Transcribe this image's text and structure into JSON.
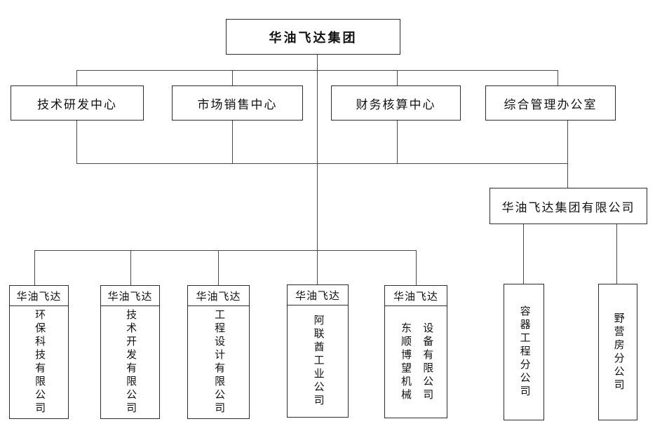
{
  "org": {
    "root": {
      "label": "华油飞达集团"
    },
    "departments": [
      {
        "label": "技术研发中心"
      },
      {
        "label": "市场销售中心"
      },
      {
        "label": "财务核算中心"
      },
      {
        "label": "综合管理办公室"
      }
    ],
    "holding_company": {
      "label": "华油飞达集团有限公司"
    },
    "subsidiaries": [
      {
        "header": "华油飞达",
        "name": "环保科技有限公司"
      },
      {
        "header": "华油飞达",
        "name": "技术开发有限公司"
      },
      {
        "header": "华油飞达",
        "name": "工程设计有限公司"
      },
      {
        "header": "华油飞达",
        "name": "阿联酋工业公司"
      },
      {
        "header": "华油飞达",
        "name_columns": [
          "东顺博望机械",
          "设备有限公司"
        ]
      }
    ],
    "branch_companies": [
      {
        "name": "容器工程分公司"
      },
      {
        "name": "野营房分公司"
      }
    ],
    "colors": {
      "line": "#4a4a4a",
      "border": "#2b2b2b",
      "background": "#ffffff",
      "text": "#111111"
    }
  }
}
